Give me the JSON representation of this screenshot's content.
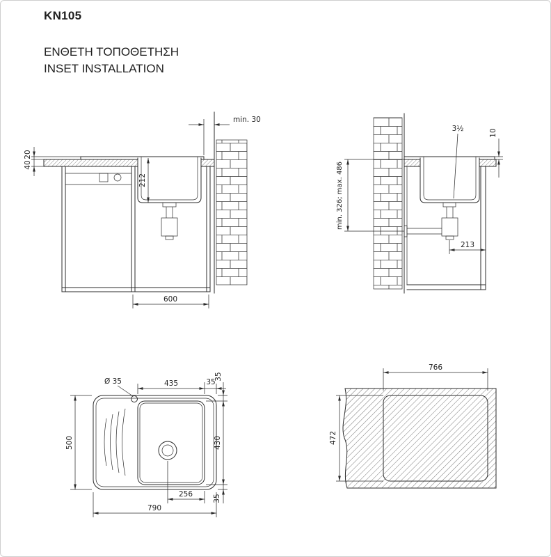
{
  "page": {
    "model": "KN105",
    "heading_el": "ΕΝΘΕΤΗ ΤΟΠΟΘΕΤΗΣΗ",
    "heading_en": "INSET INSTALLATION"
  },
  "front_section": {
    "wall_clearance": "min. 30",
    "rim_height": "20",
    "counter_thickness": "40",
    "bowl_depth": "212",
    "cabinet_width": "600"
  },
  "side_section": {
    "drain_size": "3½",
    "rim_height": "10",
    "drain_height_range": "min. 326; max. 486",
    "drain_offset": "213"
  },
  "top_view": {
    "tap_hole": "Ø 35",
    "bowl_width": "435",
    "edge_gap_right": "35",
    "edge_gap_top": "35",
    "bowl_length": "430",
    "sink_width": "500",
    "edge_gap_bottom": "35",
    "drain_offset": "256",
    "sink_length": "790"
  },
  "cutout": {
    "width": "766",
    "height": "472"
  }
}
